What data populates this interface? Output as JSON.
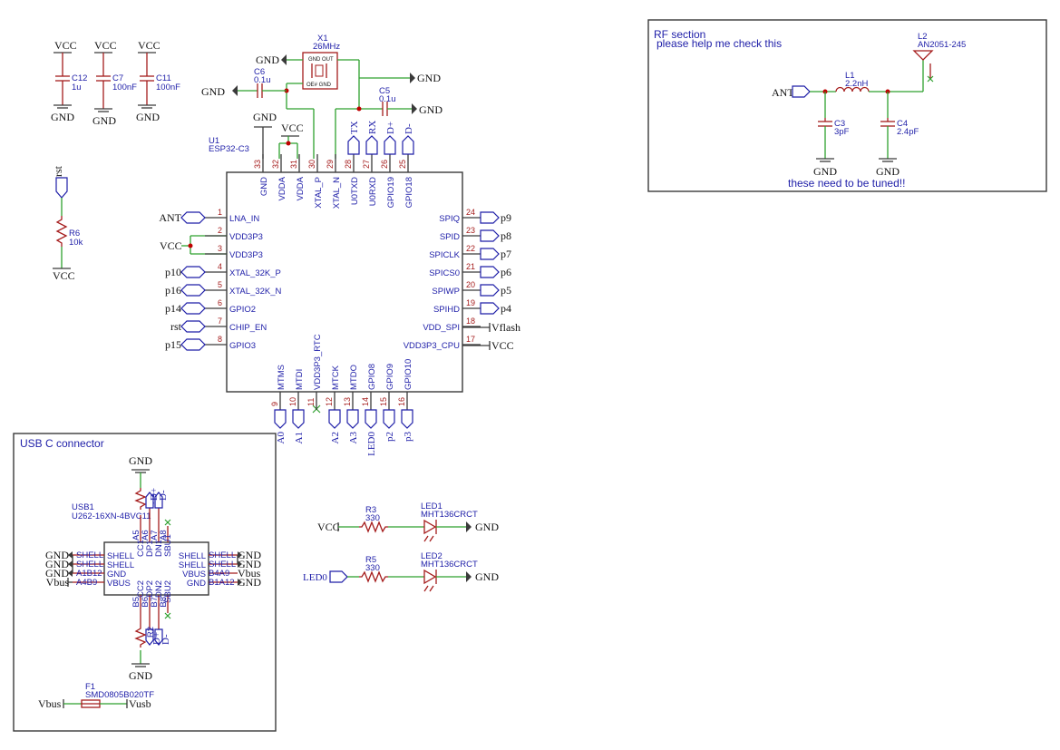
{
  "power": {
    "vcc": "VCC",
    "gnd": "GND",
    "vbus": "Vbus",
    "vusb": "Vusb",
    "vflash": "Vflash"
  },
  "decoupling": [
    {
      "ref": "C12",
      "value": "1u"
    },
    {
      "ref": "C7",
      "value": "100nF"
    },
    {
      "ref": "C11",
      "value": "100nF"
    }
  ],
  "reset": {
    "net": "rst",
    "ref": "R6",
    "value": "10k"
  },
  "crystal": {
    "ref": "X1",
    "value": "26MHz",
    "pins_top": "GND OUT",
    "pins_bot": "OE# GND",
    "c6_ref": "C6",
    "c6_val": "0.1u",
    "c5_ref": "C5",
    "c5_val": "0.1u"
  },
  "mcu": {
    "ref": "U1",
    "value": "ESP32-C3",
    "left": [
      {
        "num": "1",
        "name": "LNA_IN",
        "net": "ANT"
      },
      {
        "num": "2",
        "name": "VDD3P3",
        "net": ""
      },
      {
        "num": "3",
        "name": "VDD3P3",
        "net": ""
      },
      {
        "num": "4",
        "name": "XTAL_32K_P",
        "net": "p10"
      },
      {
        "num": "5",
        "name": "XTAL_32K_N",
        "net": "p16"
      },
      {
        "num": "6",
        "name": "GPIO2",
        "net": "p14"
      },
      {
        "num": "7",
        "name": "CHIP_EN",
        "net": "rst"
      },
      {
        "num": "8",
        "name": "GPIO3",
        "net": "p15"
      }
    ],
    "right": [
      {
        "num": "24",
        "name": "SPIQ",
        "net": "p9"
      },
      {
        "num": "23",
        "name": "SPID",
        "net": "p8"
      },
      {
        "num": "22",
        "name": "SPICLK",
        "net": "p7"
      },
      {
        "num": "21",
        "name": "SPICS0",
        "net": "p6"
      },
      {
        "num": "20",
        "name": "SPIWP",
        "net": "p5"
      },
      {
        "num": "19",
        "name": "SPIHD",
        "net": "p4"
      },
      {
        "num": "18",
        "name": "VDD_SPI",
        "net": ""
      },
      {
        "num": "17",
        "name": "VDD3P3_CPU",
        "net": ""
      }
    ],
    "top": [
      {
        "num": "33",
        "name": "GND",
        "net": ""
      },
      {
        "num": "32",
        "name": "VDDA",
        "net": ""
      },
      {
        "num": "31",
        "name": "VDDA",
        "net": ""
      },
      {
        "num": "30",
        "name": "XTAL_P",
        "net": ""
      },
      {
        "num": "29",
        "name": "XTAL_N",
        "net": ""
      },
      {
        "num": "28",
        "name": "U0TXD",
        "net": "TX"
      },
      {
        "num": "27",
        "name": "U0RXD",
        "net": "RX"
      },
      {
        "num": "26",
        "name": "GPIO19",
        "net": "D+"
      },
      {
        "num": "25",
        "name": "GPIO18",
        "net": "D-"
      }
    ],
    "bottom": [
      {
        "num": "9",
        "name": "MTMS",
        "net": "A0"
      },
      {
        "num": "10",
        "name": "MTDI",
        "net": "A1"
      },
      {
        "num": "11",
        "name": "VDD3P3_RTC",
        "net": ""
      },
      {
        "num": "12",
        "name": "MTCK",
        "net": "A2"
      },
      {
        "num": "13",
        "name": "MTDO",
        "net": "A3"
      },
      {
        "num": "14",
        "name": "GPIO8",
        "net": "LED0"
      },
      {
        "num": "15",
        "name": "GPIO9",
        "net": "p2"
      },
      {
        "num": "16",
        "name": "GPIO10",
        "net": "p3"
      }
    ]
  },
  "rf": {
    "title": "RF section",
    "subtitle": "please help me check this",
    "note": "these need to be tuned!!",
    "net": "ANT",
    "l1_ref": "L1",
    "l1_val": "2.2nH",
    "c3_ref": "C3",
    "c3_val": "3pF",
    "c4_ref": "C4",
    "c4_val": "2.4pF",
    "ant_ref": "L2",
    "ant_val": "AN2051-245"
  },
  "usb": {
    "title": "USB C connector",
    "ref": "USB1",
    "value": "U262-16XN-4BVC11",
    "fuse_ref": "F1",
    "fuse_val": "SMD0805B020TF",
    "left_pins": [
      {
        "name": "SHELL",
        "pin": "SHELL",
        "net": "GND"
      },
      {
        "name": "SHELL",
        "pin": "SHELL",
        "net": "GND"
      },
      {
        "name": "GND",
        "pin": "A1B12",
        "net": "GND"
      },
      {
        "name": "VBUS",
        "pin": "A4B9",
        "net": "Vbus"
      }
    ],
    "right_pins": [
      {
        "name": "SHELL",
        "pin": "SHELL",
        "net": "GND"
      },
      {
        "name": "SHELL",
        "pin": "SHELL",
        "net": "GND"
      },
      {
        "name": "VBUS",
        "pin": "B4A9",
        "net": "Vbus"
      },
      {
        "name": "GND",
        "pin": "B1A12",
        "net": "GND"
      }
    ],
    "top_pins": [
      "CC1",
      "DP1",
      "DN1",
      "SBU1"
    ],
    "top_nums": [
      "A5",
      "A6",
      "A7",
      "A8"
    ],
    "bot_pins": [
      "CC2",
      "DP2",
      "DN2",
      "SBU2"
    ],
    "bot_nums": [
      "B5",
      "B6",
      "B7",
      "B8"
    ],
    "dp": "D+",
    "dn": "D-",
    "r_top": "R1",
    "r_bot": "R2"
  },
  "leds": [
    {
      "r_ref": "R3",
      "r_val": "330",
      "led_ref": "LED1",
      "led_val": "MHT136CRCT",
      "src": "VCC",
      "gnd": "GND"
    },
    {
      "r_ref": "R5",
      "r_val": "330",
      "led_ref": "LED2",
      "led_val": "MHT136CRCT",
      "src": "LED0",
      "gnd": "GND"
    }
  ]
}
